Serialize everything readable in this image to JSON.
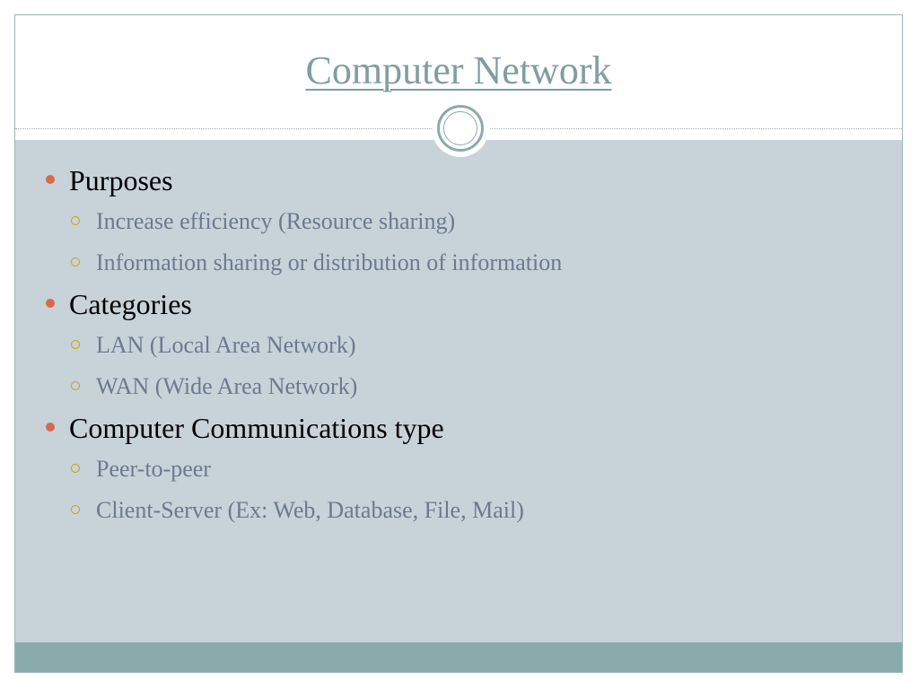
{
  "slide": {
    "title": "Computer Network",
    "colors": {
      "title": "#7f9ea0",
      "content_background": "#c8d2d9",
      "footer_band": "#8aabac",
      "bullet": "#d9694a",
      "sub_bullet": "#c8a400",
      "sub_text": "#6b7a8d"
    },
    "sections": [
      {
        "heading": "Purposes",
        "items": [
          "Increase efficiency (Resource sharing)",
          "Information sharing or distribution of information"
        ]
      },
      {
        "heading": "Categories",
        "items": [
          "LAN (Local Area Network)",
          "WAN (Wide Area Network)"
        ]
      },
      {
        "heading": "Computer Communications type",
        "items": [
          "Peer-to-peer",
          "Client-Server (Ex: Web, Database, File, Mail)"
        ]
      }
    ]
  }
}
